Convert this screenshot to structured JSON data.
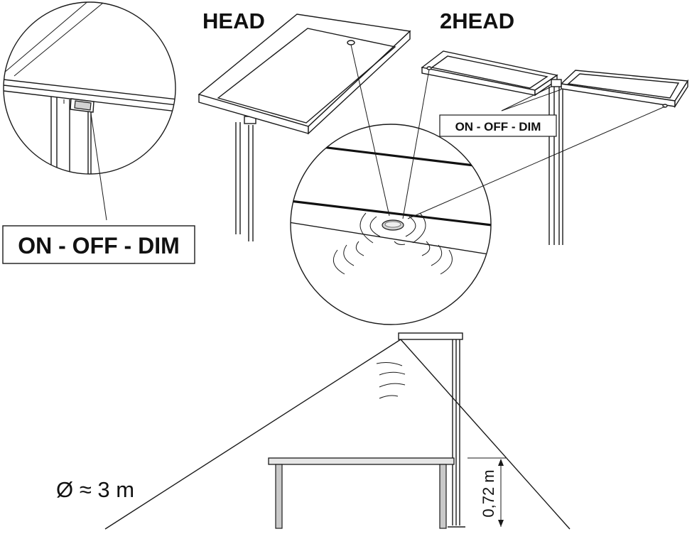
{
  "labels": {
    "head": "HEAD",
    "two_head": "2HEAD",
    "switch_large": "ON - OFF - DIM",
    "switch_small": "ON - OFF - DIM",
    "diameter": "Ø ≈ 3 m",
    "height": "0,72 m"
  }
}
